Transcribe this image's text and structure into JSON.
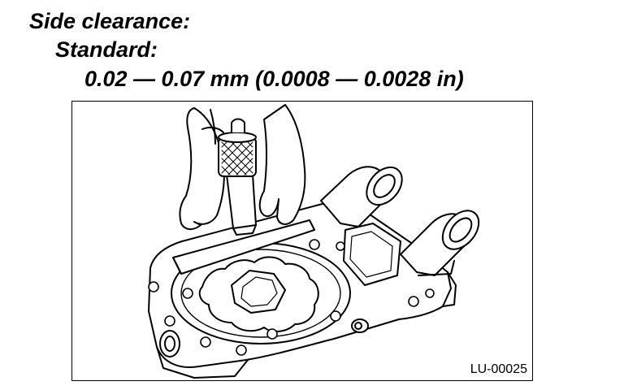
{
  "spec": {
    "title": "Side clearance:",
    "subtitle": "Standard:",
    "value": "0.02 — 0.07 mm (0.0008 — 0.0028 in)"
  },
  "figure": {
    "code": "LU-00025"
  }
}
